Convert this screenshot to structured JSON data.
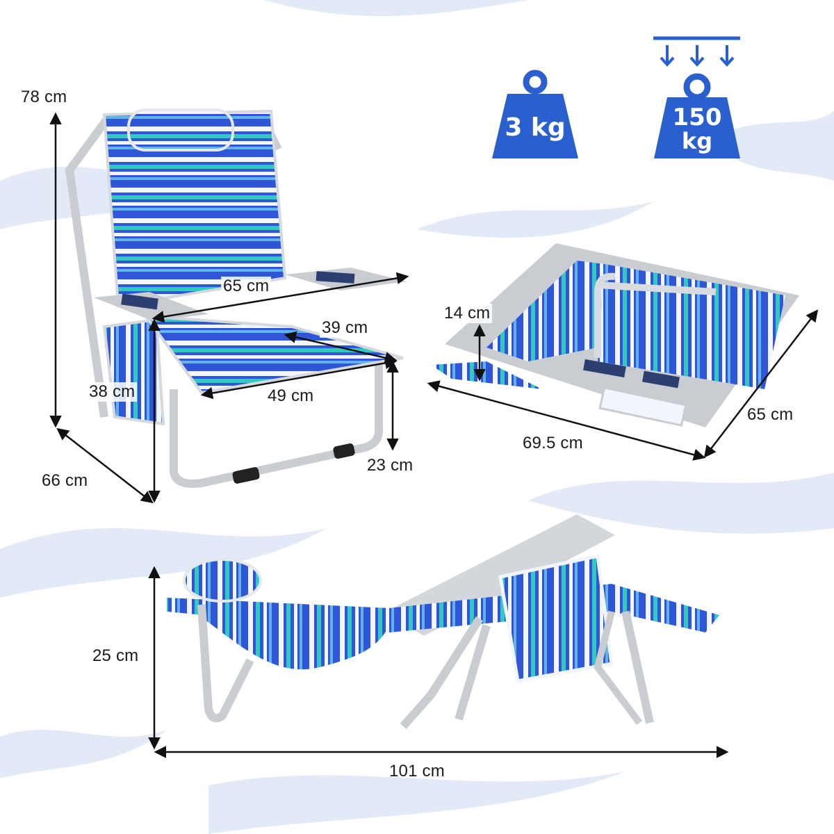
{
  "colors": {
    "accent_blue": "#2a5fd0",
    "stripe_blue": "#2f56d8",
    "stripe_teal": "#35c7c2",
    "stripe_white": "#f2f5fb",
    "frame_gray": "#c9ccd1",
    "arrow_black": "#111111",
    "background_brush": "#dfe8f6"
  },
  "icons": {
    "weight": "weight-icon",
    "load": "load-capacity-icon",
    "down_arrow": "down-arrow-icon"
  },
  "badges": {
    "weight": "3 kg",
    "capacity_line1": "150",
    "capacity_line2": "kg"
  },
  "dimensions": {
    "upright": {
      "height": "78 cm",
      "depth": "66 cm",
      "armrest_width": "65 cm",
      "seat_depth": "39 cm",
      "seat_width": "49 cm",
      "arm_height": "38 cm",
      "seat_height": "23 cm"
    },
    "folded": {
      "thickness": "14 cm",
      "length": "69.5 cm",
      "width": "65 cm"
    },
    "reclined": {
      "height": "25 cm",
      "length": "101 cm"
    }
  }
}
